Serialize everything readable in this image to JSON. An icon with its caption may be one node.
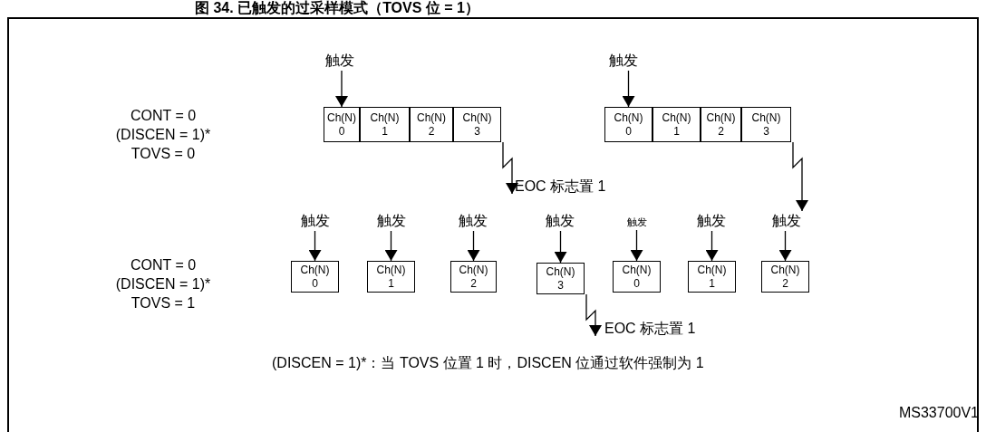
{
  "diagram": {
    "title": "图 34. 已触发的过采样模式（TOVS 位 = 1）",
    "nodes": [
      {
        "text": [
          "触发"
        ]
      },
      {
        "text": [
          "触发"
        ]
      },
      {
        "text": [
          "Ch(N) 0"
        ]
      },
      {
        "text": [
          "Ch(N) 1"
        ]
      },
      {
        "text": [
          "Ch(N) 2"
        ]
      },
      {
        "text": [
          "Ch(N) 3"
        ]
      },
      {
        "text": [
          "Ch(N) 0"
        ]
      },
      {
        "text": [
          "Ch(N) 1"
        ]
      },
      {
        "text": [
          "Ch(N) 2"
        ]
      },
      {
        "text": [
          "Ch(N) 3"
        ]
      },
      {
        "text": [
          "EOC 标志置 1"
        ]
      },
      {
        "text": [
          "触发"
        ]
      },
      {
        "text": [
          "触发"
        ]
      },
      {
        "text": [
          "触发"
        ]
      },
      {
        "text": [
          "触发"
        ]
      },
      {
        "text": [
          "触发"
        ]
      },
      {
        "text": [
          "触发"
        ]
      },
      {
        "text": [
          "触发"
        ]
      },
      {
        "text": [
          "Ch(N) 0"
        ]
      },
      {
        "text": [
          "Ch(N) 1"
        ]
      },
      {
        "text": [
          "Ch(N) 2"
        ]
      },
      {
        "text": [
          "Ch(N) 3"
        ]
      },
      {
        "text": [
          "Ch(N) 0"
        ]
      },
      {
        "text": [
          "Ch(N) 1"
        ]
      },
      {
        "text": [
          "Ch(N) 2"
        ]
      },
      {
        "text": [
          "EOC 标志置 1"
        ]
      }
    ],
    "edges": [
      {
        "from": 0,
        "to": 2,
        "arrow": "to"
      },
      {
        "from": 1,
        "to": 6,
        "arrow": "to"
      },
      {
        "from": 5,
        "to": 10,
        "arrow": "to"
      },
      {
        "from": 9,
        "to": 17,
        "arrow": "to"
      },
      {
        "from": 11,
        "to": 18,
        "arrow": "to"
      },
      {
        "from": 12,
        "to": 19,
        "arrow": "to"
      },
      {
        "from": 13,
        "to": 20,
        "arrow": "to"
      },
      {
        "from": 14,
        "to": 21,
        "arrow": "to"
      },
      {
        "from": 15,
        "to": 22,
        "arrow": "to"
      },
      {
        "from": 16,
        "to": 23,
        "arrow": "to"
      },
      {
        "from": 17,
        "to": 24,
        "arrow": "to"
      },
      {
        "from": 21,
        "to": 25,
        "arrow": "to"
      }
    ],
    "labels": [
      "CONT = 0",
      "(DISCEN = 1)*",
      "TOVS = 0",
      "CONT = 0",
      "(DISCEN = 1)*",
      "TOVS = 1",
      "(DISCEN = 1)*：当 TOVS 位置 1 时，DISCEN 位通过软件强制为 1",
      "MS33700V1"
    ]
  }
}
